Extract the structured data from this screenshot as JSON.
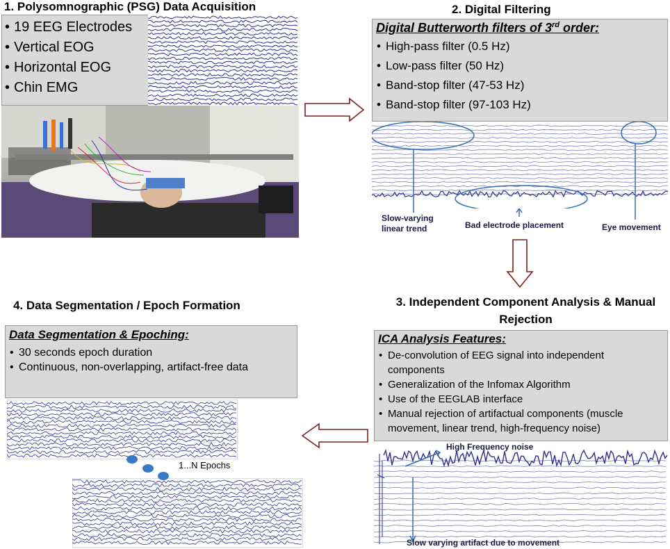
{
  "step1": {
    "title": "1. Polysomnographic (PSG) Data Acquisition",
    "items": [
      "19 EEG Electrodes",
      "Vertical EOG",
      "Horizontal EOG",
      "Chin EMG"
    ]
  },
  "step2": {
    "title": "2. Digital Filtering",
    "heading_pre": "Digital Butterworth filters of 3",
    "heading_sup": "rd",
    "heading_post": " order:",
    "items": [
      "High-pass filter (0.5 Hz)",
      "Low-pass filter (50 Hz)",
      "Band-stop filter (47-53 Hz)",
      "Band-stop filter (97-103 Hz)"
    ],
    "annotations": {
      "slow_varying": "Slow-varying linear trend",
      "bad_electrode": "Bad electrode placement",
      "eye_movement": "Eye movement"
    }
  },
  "step3": {
    "title": "3. Independent Component Analysis & Manual Rejection",
    "heading": "ICA Analysis Features:",
    "items": [
      "De-convolution of EEG signal into independent components",
      "Generalization of the Infomax Algorithm",
      "Use of the EEGLAB interface",
      "Manual rejection of artifactual components (muscle movement, linear trend, high-frequency noise)"
    ],
    "annotations": {
      "high_freq": "High Frequency noise",
      "slow_artifact": "Slow varying artifact due to movement"
    }
  },
  "step4": {
    "title": "4. Data Segmentation / Epoch Formation",
    "heading": "Data Segmentation & Epoching:",
    "items": [
      "30 seconds epoch duration",
      "Continuous, non-overlapping, artifact-free data"
    ],
    "epochs_label": "1...N Epochs"
  },
  "colors": {
    "box_fill": "#d9d9d9",
    "trace": "#2e2e8e",
    "arrow": "#7b1f1f",
    "annotation": "#2f6fb5",
    "dot": "#3a78c8"
  }
}
